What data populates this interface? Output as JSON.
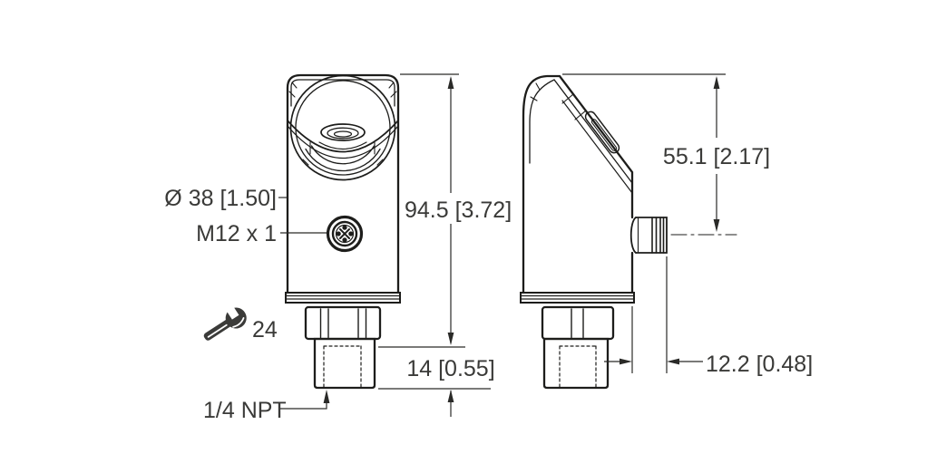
{
  "drawing": {
    "title": "pressure-sensor-dimension-drawing",
    "labels": {
      "body_diameter": "Ø 38 [1.50]",
      "connector_thread": "M12 x 1",
      "overall_height": "94.5 [3.72]",
      "thread_length": "14 [0.55]",
      "wrench_size": "24",
      "process_connection": "1/4 NPT",
      "connector_height": "55.1 [2.17]",
      "connector_protrusion": "12.2 [0.48]"
    },
    "icons": {
      "wrench": "open-end-wrench-icon",
      "connector_face": "m12-knurled-connector-face"
    },
    "colors": {
      "line": "#1d1d1b",
      "dimension_line": "#2a2a28",
      "text": "#3a3a38",
      "icon_fill": "#3b3b39",
      "background": "#ffffff"
    }
  }
}
